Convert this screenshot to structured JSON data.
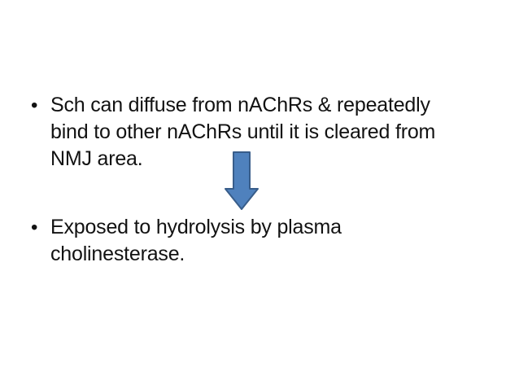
{
  "slide": {
    "bullet_char": "•",
    "bullets": [
      {
        "lines": [
          "Sch can diffuse from nAChRs & repeatedly",
          "bind to other nAChRs until it is cleared from",
          "NMJ area."
        ]
      },
      {
        "lines": [
          "Exposed to hydrolysis by plasma",
          "cholinesterase."
        ]
      }
    ],
    "arrow": {
      "type": "down-arrow"
    },
    "colors": {
      "background": "#ffffff",
      "text": "#121212",
      "arrow_fill": "#4f81bd",
      "arrow_border": "#385d8a"
    }
  }
}
